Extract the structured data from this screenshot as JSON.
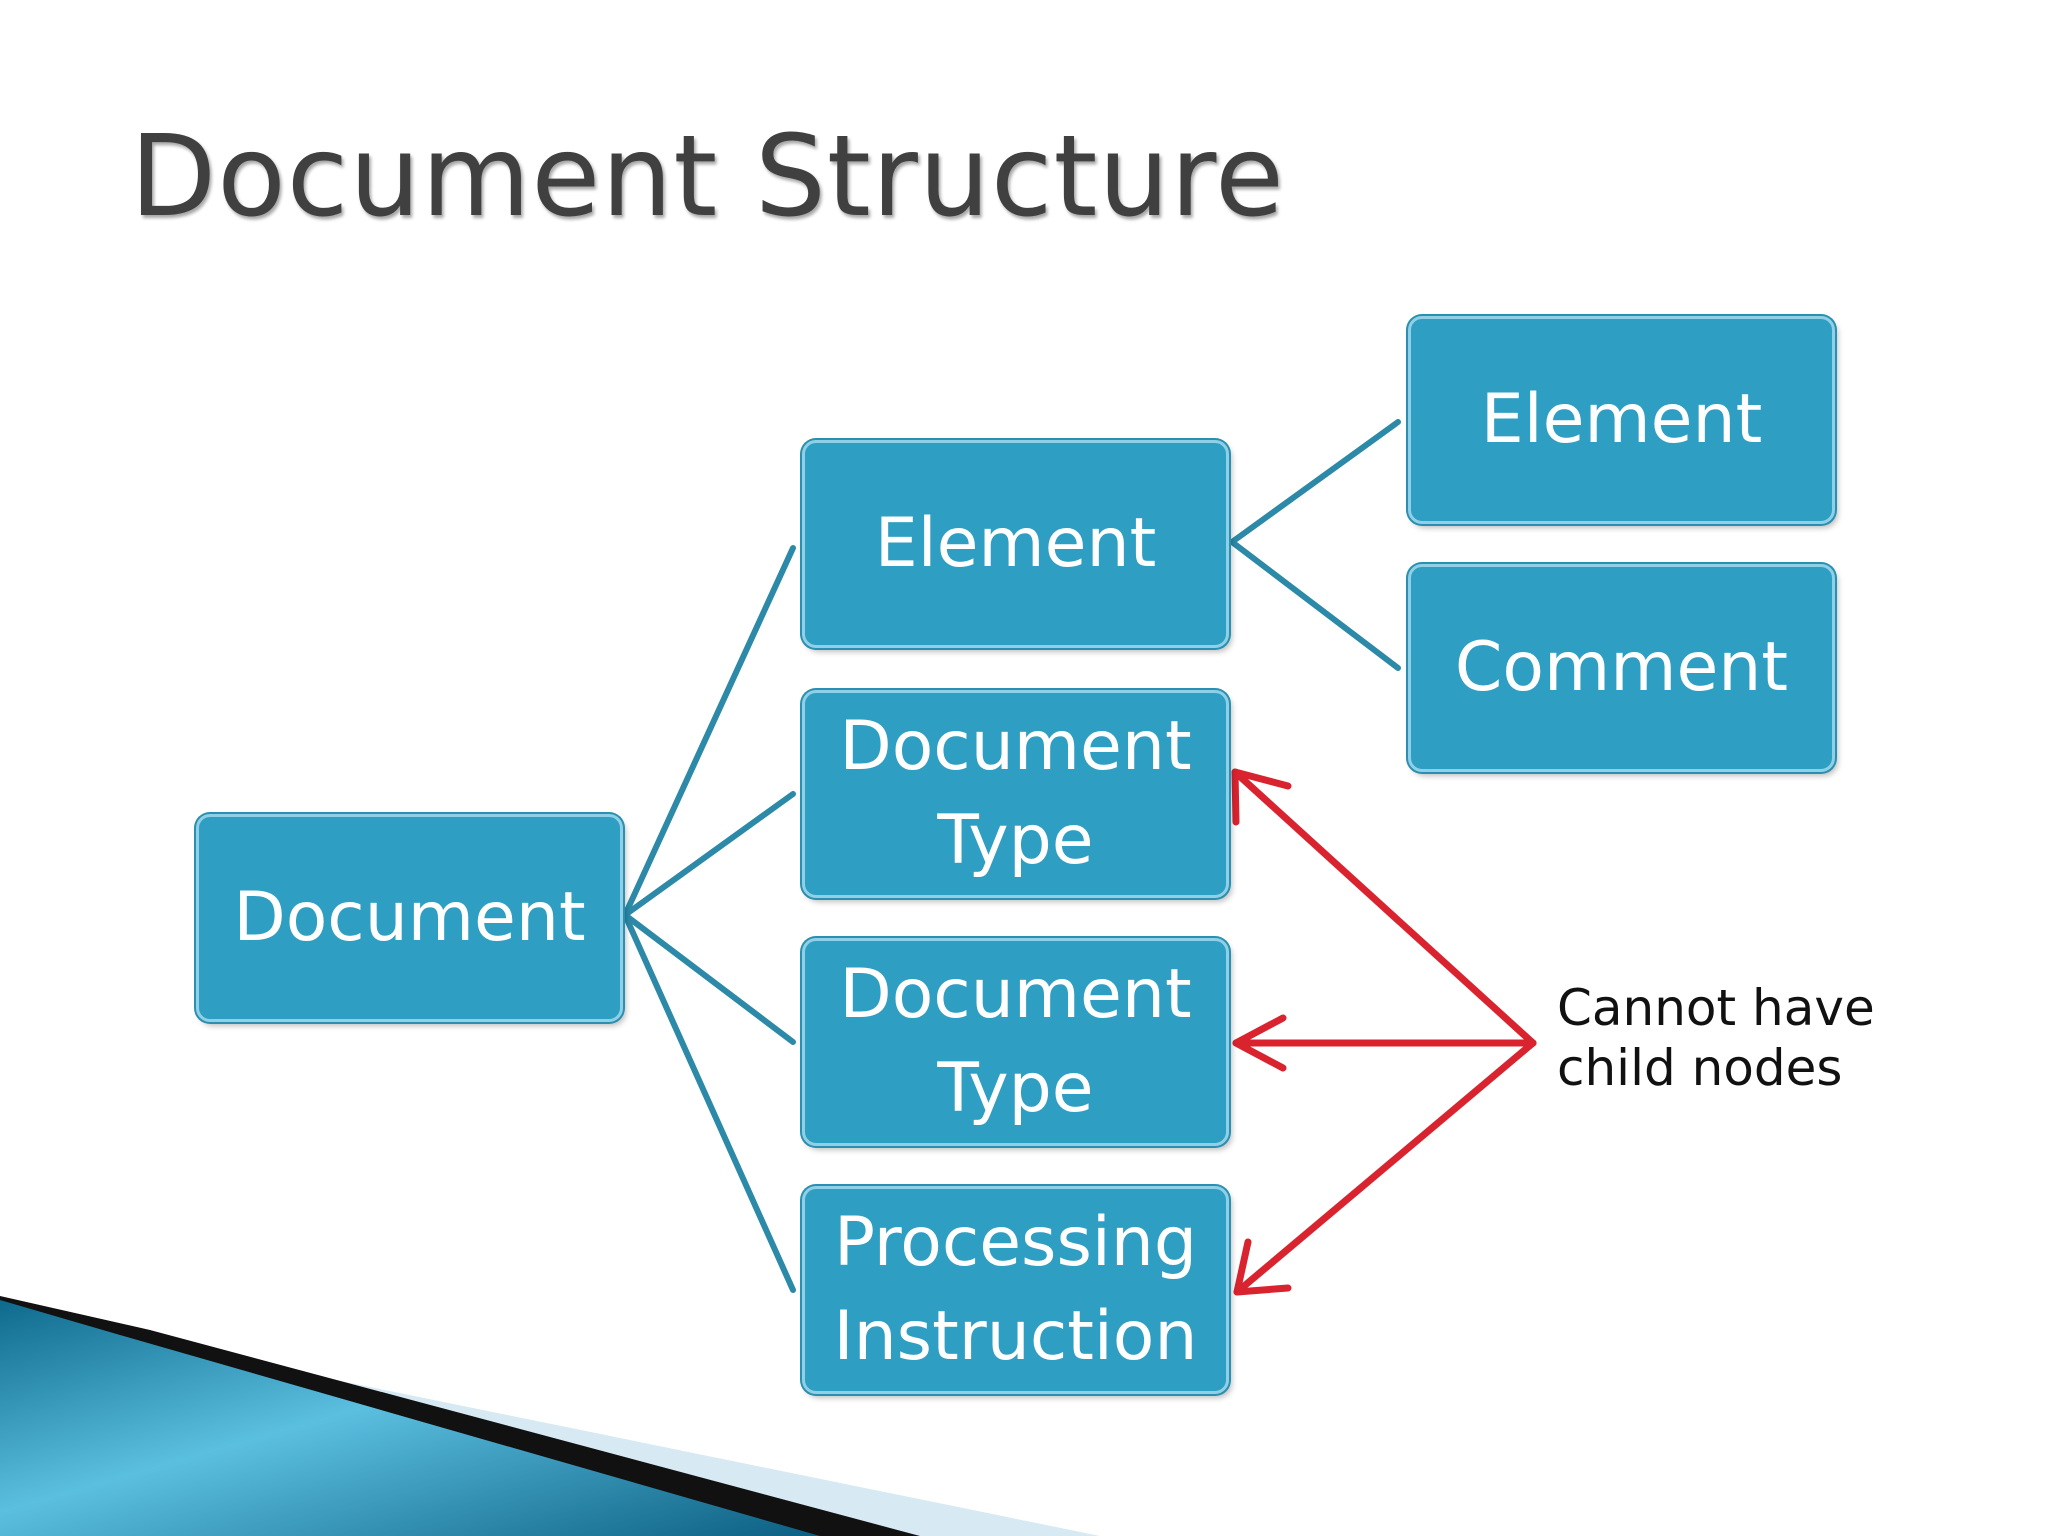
{
  "slide": {
    "title": "Document Structure"
  },
  "nodes": {
    "document": "Document",
    "element_mid": "Element",
    "document_type_1": "Document\nType",
    "document_type_2": "Document\nType",
    "processing_instruction": "Processing\nInstruction",
    "element_right": "Element",
    "comment": "Comment"
  },
  "annotation": {
    "text": "Cannot have\nchild nodes"
  },
  "colors": {
    "node_fill": "#2e9fc2",
    "node_border": "#8fd0e6",
    "connector": "#2c8aa8",
    "arrow": "#d9232e",
    "title_text": "#404040"
  }
}
